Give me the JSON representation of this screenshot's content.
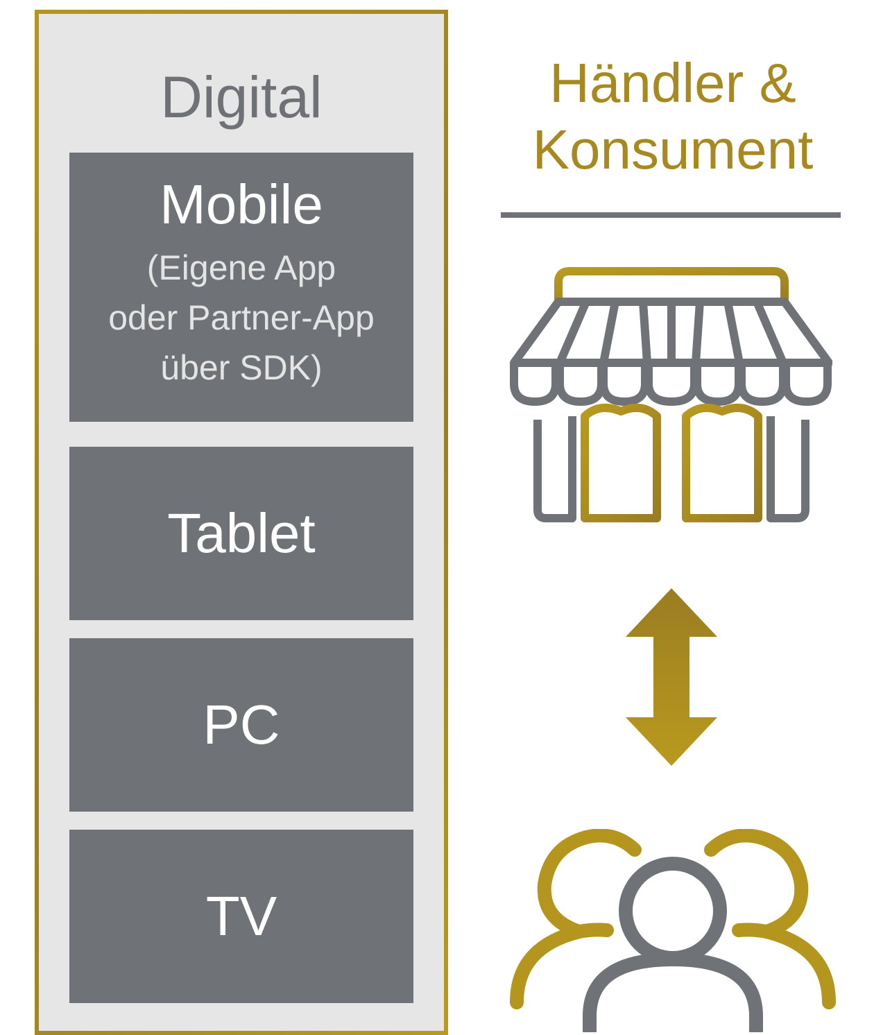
{
  "panel": {
    "title": "Digital",
    "boxes": [
      {
        "label": "Mobile",
        "sub": "(Eigene App\noder Partner-App\nüber SDK)"
      },
      {
        "label": "Tablet"
      },
      {
        "label": "PC"
      },
      {
        "label": "TV"
      }
    ]
  },
  "right": {
    "title_line1": "Händler &",
    "title_line2": "Konsument",
    "icons": [
      "storefront-icon",
      "double-arrow-icon",
      "people-group-icon"
    ]
  },
  "colors": {
    "gold": "#a8891f",
    "gray": "#6f7276",
    "panel_bg": "#e6e6e6"
  }
}
